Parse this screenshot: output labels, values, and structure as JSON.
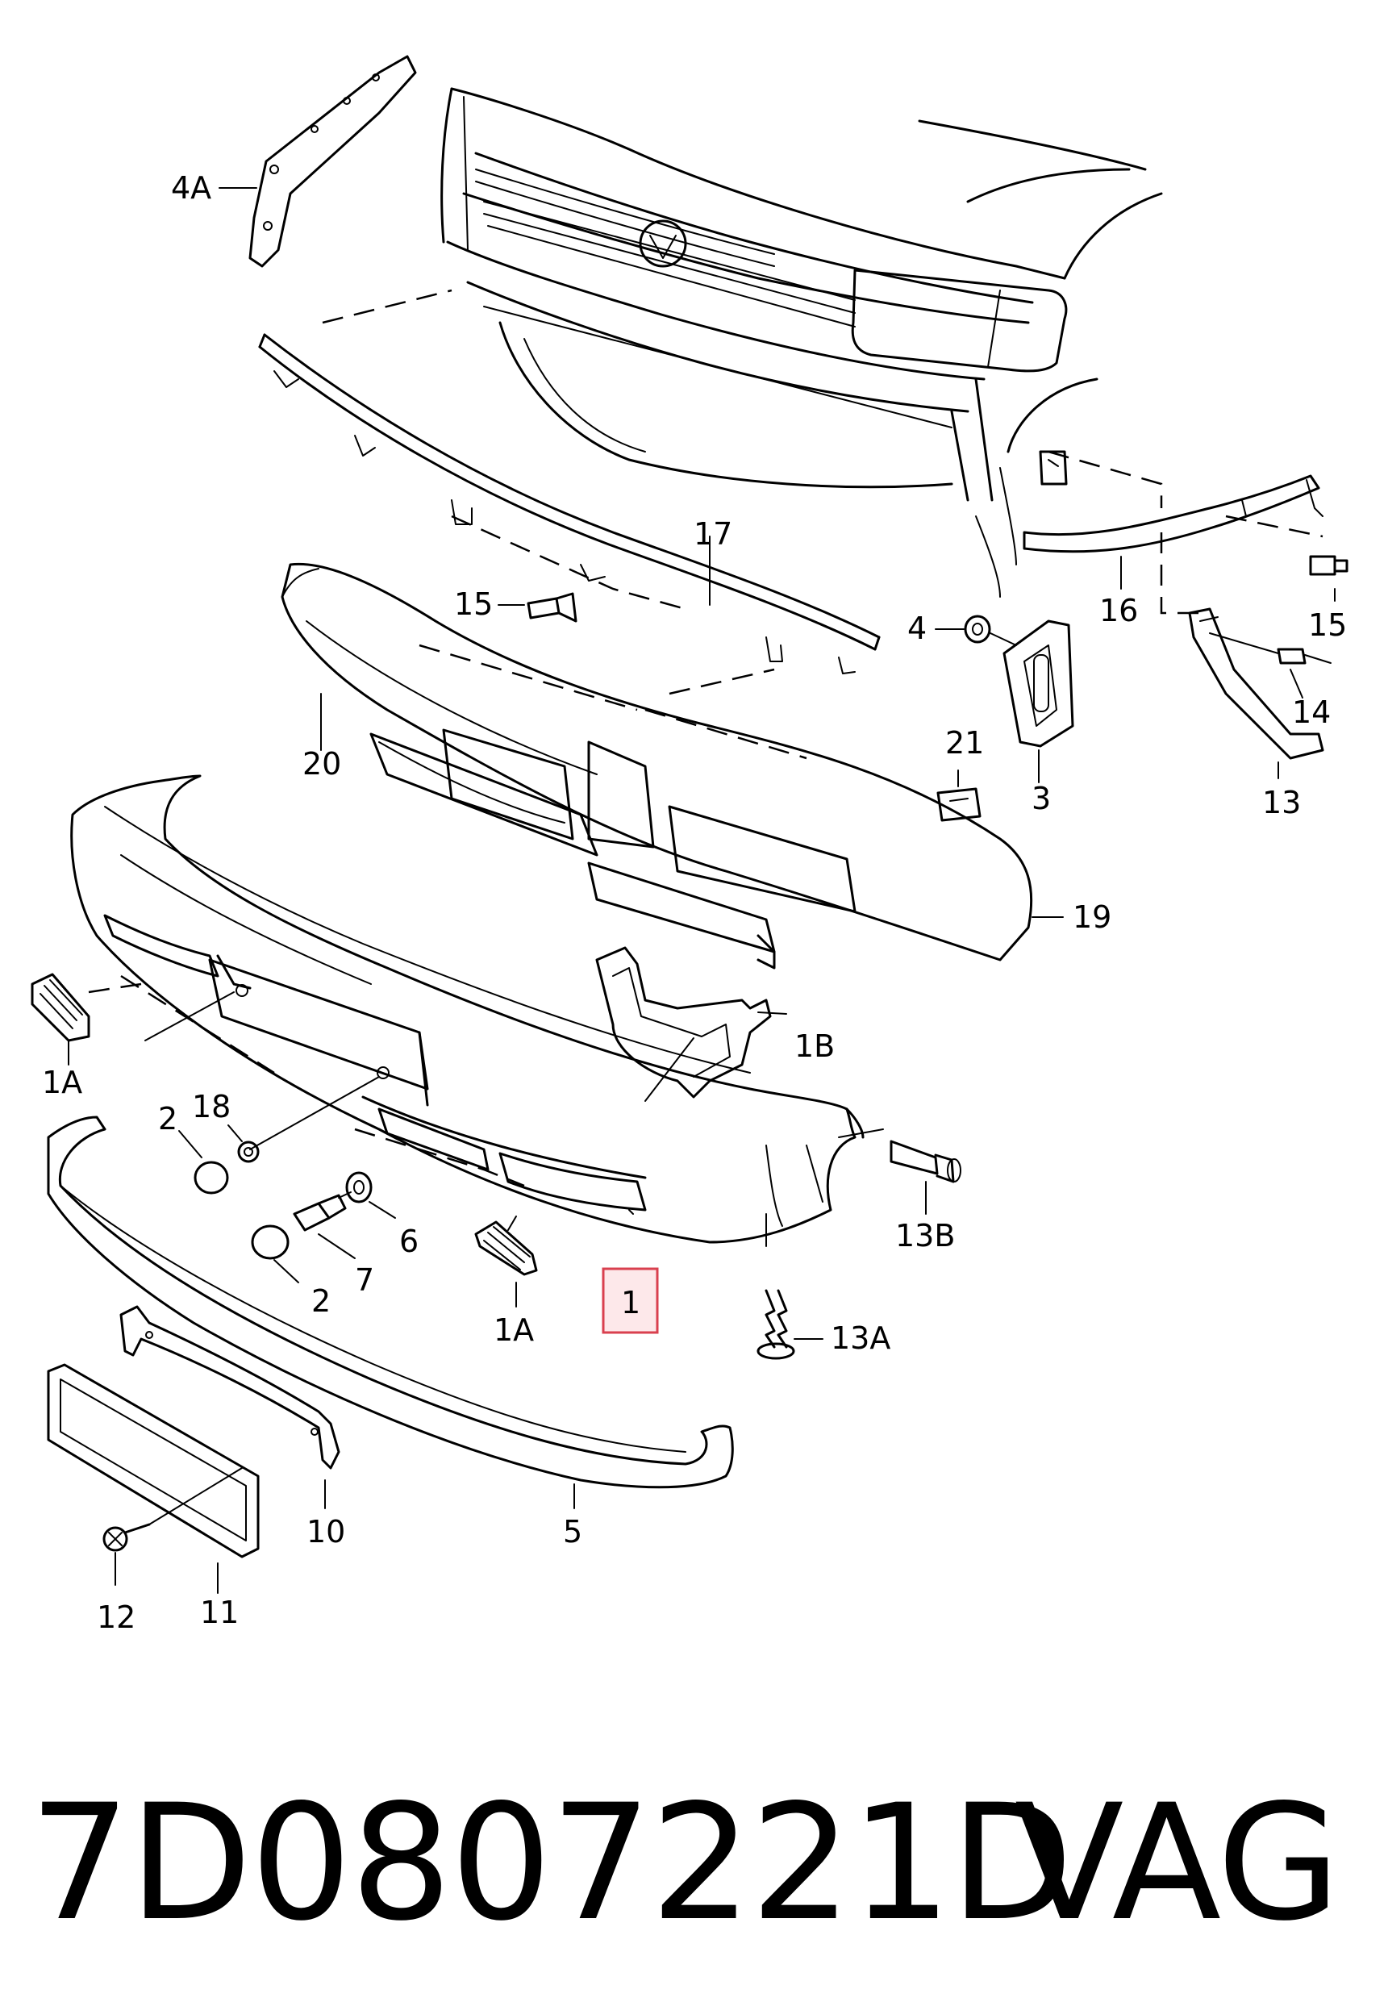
{
  "labels": {
    "l4A": "4A",
    "l17": "17",
    "l15a": "15",
    "l15b": "15",
    "l4": "4",
    "l16": "16",
    "l14": "14",
    "l3": "3",
    "l13": "13",
    "l20": "20",
    "l21": "21",
    "l19": "19",
    "l1Ba": "1B",
    "l1Aa": "1A",
    "l2a": "2",
    "l18": "18",
    "l13B": "13B",
    "l6": "6",
    "l7": "7",
    "l2b": "2",
    "l1Ab": "1A",
    "l1": "1",
    "l13A": "13A",
    "l10": "10",
    "l5": "5",
    "l12": "12",
    "l11": "11"
  },
  "footer": {
    "part_number": "7D0807221D",
    "brand": "VAG"
  },
  "colors": {
    "highlight_fill": "#fde8ea",
    "highlight_stroke": "#d9404f"
  }
}
